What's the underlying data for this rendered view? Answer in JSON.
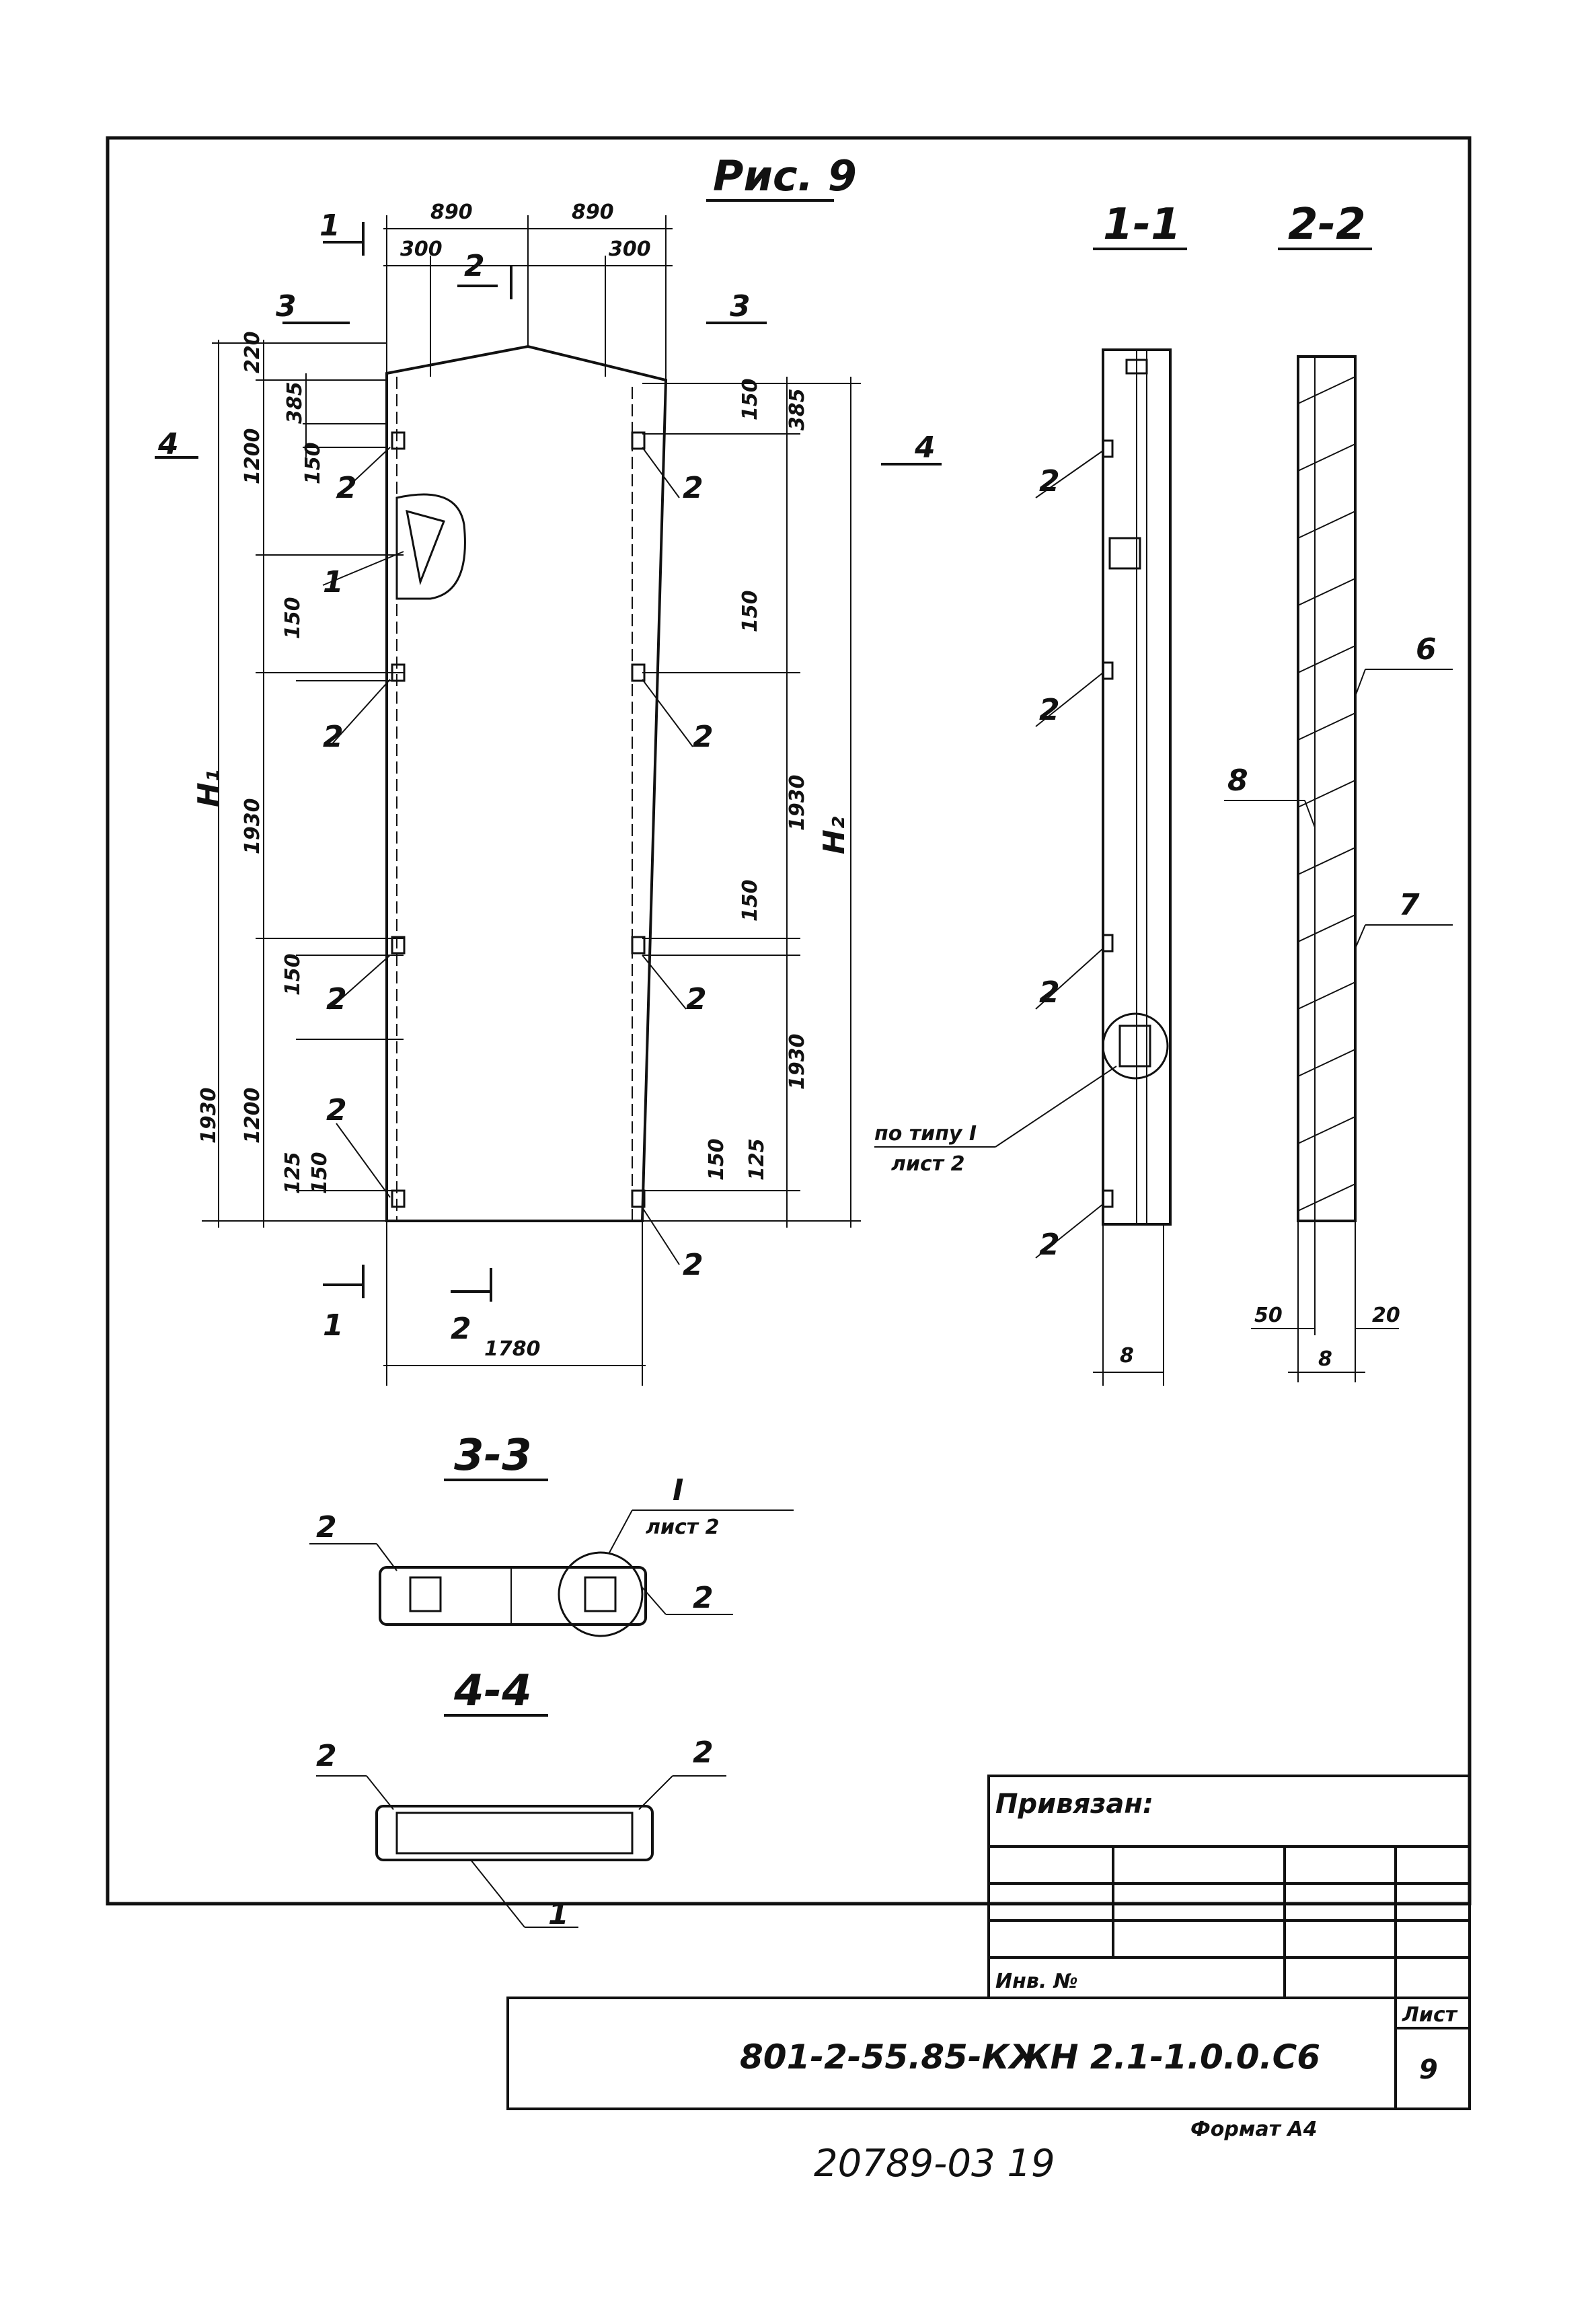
{
  "figure_title": "Рис. 9",
  "section_labels": {
    "s1": "1-1",
    "s2": "2-2",
    "s3": "3-3",
    "s4": "4-4",
    "m1": "1",
    "m2": "2",
    "m3": "3",
    "m4": "4"
  },
  "dimensions": {
    "half_width": "890",
    "edge_offset": "300",
    "total_width": "1780",
    "peak_height": "220",
    "d385": "385",
    "d1200": "1200",
    "d150": "150",
    "d1930": "1930",
    "d125": "125",
    "h1": "H₁",
    "h2": "H₂",
    "section_thickness": "8",
    "d50": "50",
    "d20": "20"
  },
  "callouts": {
    "embedded": "2",
    "opening": "1",
    "c6": "6",
    "c7": "7",
    "c8": "8",
    "detail_ref": "по типу I",
    "detail_sheet": "лист 2",
    "detail_mark": "I",
    "detail_sheet2": "лист 2"
  },
  "title_block": {
    "privyazan": "Привязан:",
    "inv": "Инв. №",
    "doc_code": "801-2-55.85-КЖН 2.1-1.0.0.С6",
    "sheet_label": "Лист",
    "sheet_number": "9",
    "format": "Формат А4",
    "archive_no": "20789-03 19"
  }
}
